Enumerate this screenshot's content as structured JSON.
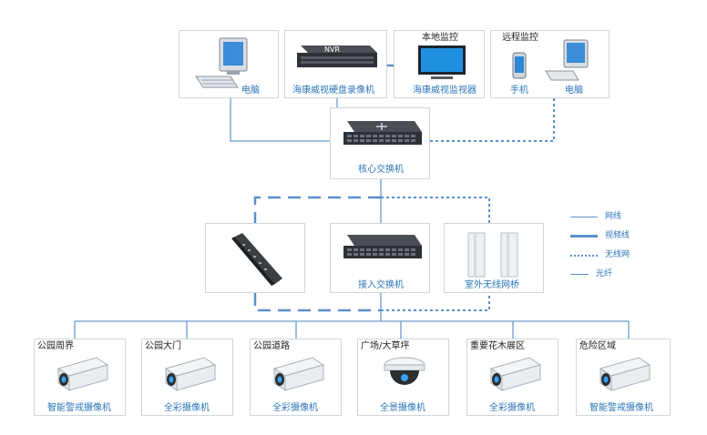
{
  "top": {
    "pc": {
      "label": "电脑"
    },
    "nvr": {
      "label": "海康威视硬盘录像机",
      "badge": "NVR"
    },
    "local_monitor": {
      "title": "本地监控",
      "label": "海康威视监视器"
    },
    "remote_monitor": {
      "title": "远程监控",
      "phone_label": "手机",
      "pc_label": "电脑"
    }
  },
  "core_switch": {
    "label": "核心交换机"
  },
  "access_switch": {
    "label": "接入交换机"
  },
  "wireless_bridge": {
    "label": "室外无线网桥"
  },
  "legend": [
    {
      "label": "网线",
      "style": "thin",
      "color": "#5b8fc9"
    },
    {
      "label": "视频线",
      "style": "thick",
      "color": "#5b8fc9"
    },
    {
      "label": "无线网",
      "style": "dotted",
      "color": "#5b8fc9"
    },
    {
      "label": "光纤",
      "style": "dashed",
      "color": "#5b8fc9"
    }
  ],
  "cameras": [
    {
      "area": "公园周界",
      "type": "智能警戒摄像机",
      "kind": "bullet"
    },
    {
      "area": "公园大门",
      "type": "全彩摄像机",
      "kind": "bullet"
    },
    {
      "area": "公园道路",
      "type": "全彩摄像机",
      "kind": "bullet"
    },
    {
      "area": "广场/大草坪",
      "type": "全景摄像机",
      "kind": "dome"
    },
    {
      "area": "重要花木展区",
      "type": "全彩摄像机",
      "kind": "bullet"
    },
    {
      "area": "危险区域",
      "type": "智能警戒摄像机",
      "kind": "bullet"
    }
  ],
  "colors": {
    "accent": "#2b74b7",
    "line": "#5b8fc9",
    "border": "#cfd6dd"
  }
}
